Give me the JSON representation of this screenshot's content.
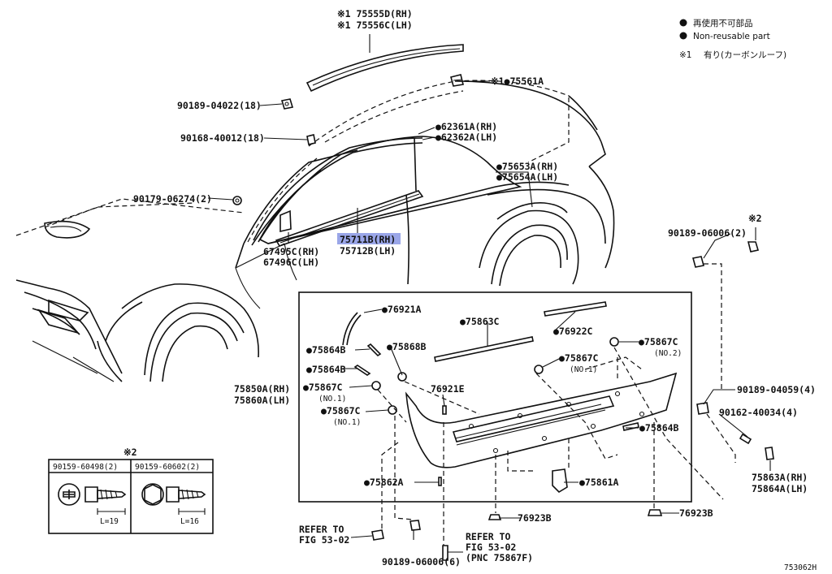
{
  "legend": {
    "jp": "再使用不可部品",
    "en": "Non-reusable part",
    "note_mark": "※1",
    "note_text": "有り(カーボンルーフ)"
  },
  "labels": {
    "l1": "※1 75555D(RH)",
    "l2": "※1 75556C(LH)",
    "l3": "※1●75561A",
    "l4": "90189-04022(18)",
    "l5": "90168-40012(18)",
    "l6": "●62361A(RH)",
    "l7": "●62362A(LH)",
    "l8": "●75653A(RH)",
    "l9": "●75654A(LH)",
    "l10": "90179-06274(2)",
    "l11": "67495C(RH)",
    "l12": "67496C(LH)",
    "l13": "75711B(RH)",
    "l14": "75712B(LH)",
    "l15": "※2",
    "l16": "90189-06006(2)",
    "l17": "●76921A",
    "l18": "●75863C",
    "l19": "●76922C",
    "l20": "●75867C",
    "l21": "(NO.2)",
    "l22": "●75864B",
    "l23": "●75868B",
    "l24": "●75867C",
    "l25": "(NO.1)",
    "l26": "●75864B",
    "l27": "75850A(RH)",
    "l28": "75860A(LH)",
    "l29": "●75867C",
    "l30": "(NO.1)",
    "l31": "76921E",
    "l32": "●75867C",
    "l33": "(NO.1)",
    "l34": "90189-04059(4)",
    "l35": "90162-40034(4)",
    "l36": "●75864B",
    "l37": "75863A(RH)",
    "l38": "75864A(LH)",
    "l39": "●75862A",
    "l40": "●75861A",
    "l41": "※2",
    "l42": "90159-60498(2)",
    "l43": "90159-60602(2)",
    "l44": "L=19",
    "l45": "L=16",
    "l46": "76923B",
    "l47": "76923B",
    "l48": "REFER TO",
    "l49": "FIG 53-02",
    "l50": "REFER TO",
    "l51": "FIG 53-02",
    "l52": "(PNC 75867F)",
    "l53": "90189-06006(6)",
    "l54": "753062H"
  }
}
